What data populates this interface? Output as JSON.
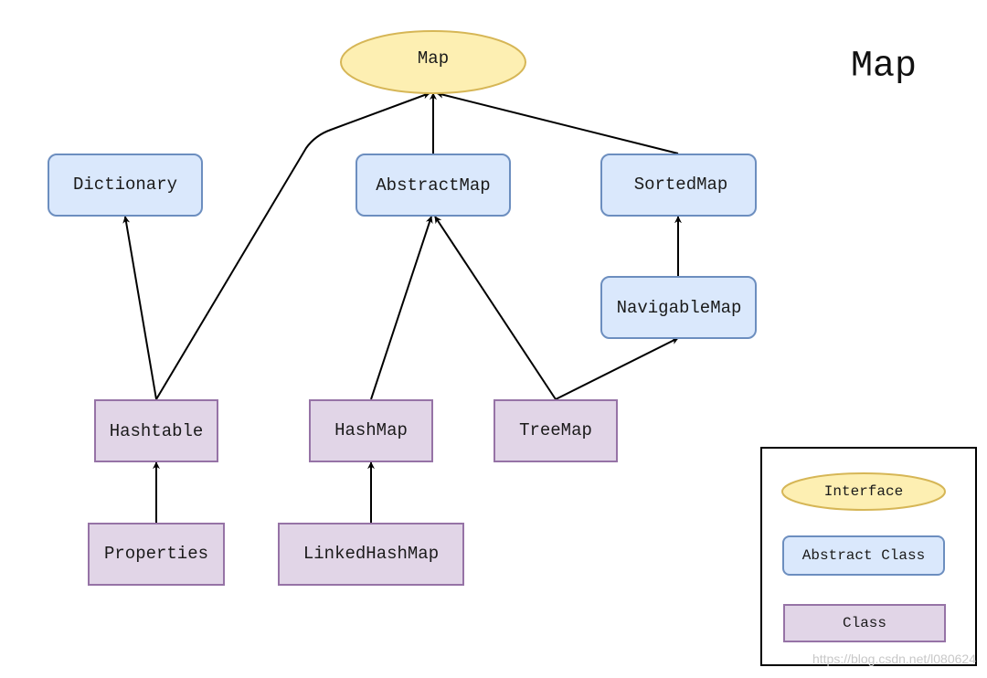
{
  "title": "Map",
  "colors": {
    "interface_fill": "#fdefb2",
    "interface_stroke": "#d6b656",
    "abstract_fill": "#dae8fc",
    "abstract_stroke": "#6c8ebf",
    "class_fill": "#e1d5e7",
    "class_stroke": "#9673a6",
    "edge": "#000000"
  },
  "nodes": {
    "map": {
      "label": "Map",
      "kind": "interface"
    },
    "dictionary": {
      "label": "Dictionary",
      "kind": "abstract"
    },
    "abstractmap": {
      "label": "AbstractMap",
      "kind": "abstract"
    },
    "sortedmap": {
      "label": "SortedMap",
      "kind": "abstract"
    },
    "navigablemap": {
      "label": "NavigableMap",
      "kind": "abstract"
    },
    "hashtable": {
      "label": "Hashtable",
      "kind": "class"
    },
    "hashmap": {
      "label": "HashMap",
      "kind": "class"
    },
    "treemap": {
      "label": "TreeMap",
      "kind": "class"
    },
    "properties": {
      "label": "Properties",
      "kind": "class"
    },
    "linkedhashmap": {
      "label": "LinkedHashMap",
      "kind": "class"
    }
  },
  "edges": [
    {
      "from": "abstractmap",
      "to": "map"
    },
    {
      "from": "sortedmap",
      "to": "map"
    },
    {
      "from": "hashtable",
      "to": "map"
    },
    {
      "from": "hashtable",
      "to": "dictionary"
    },
    {
      "from": "hashmap",
      "to": "abstractmap"
    },
    {
      "from": "treemap",
      "to": "abstractmap"
    },
    {
      "from": "treemap",
      "to": "navigablemap"
    },
    {
      "from": "navigablemap",
      "to": "sortedmap"
    },
    {
      "from": "properties",
      "to": "hashtable"
    },
    {
      "from": "linkedhashmap",
      "to": "hashmap"
    }
  ],
  "legend": {
    "interface": "Interface",
    "abstract": "Abstract Class",
    "class": "Class"
  },
  "watermark": "https://blog.csdn.net/l080624"
}
